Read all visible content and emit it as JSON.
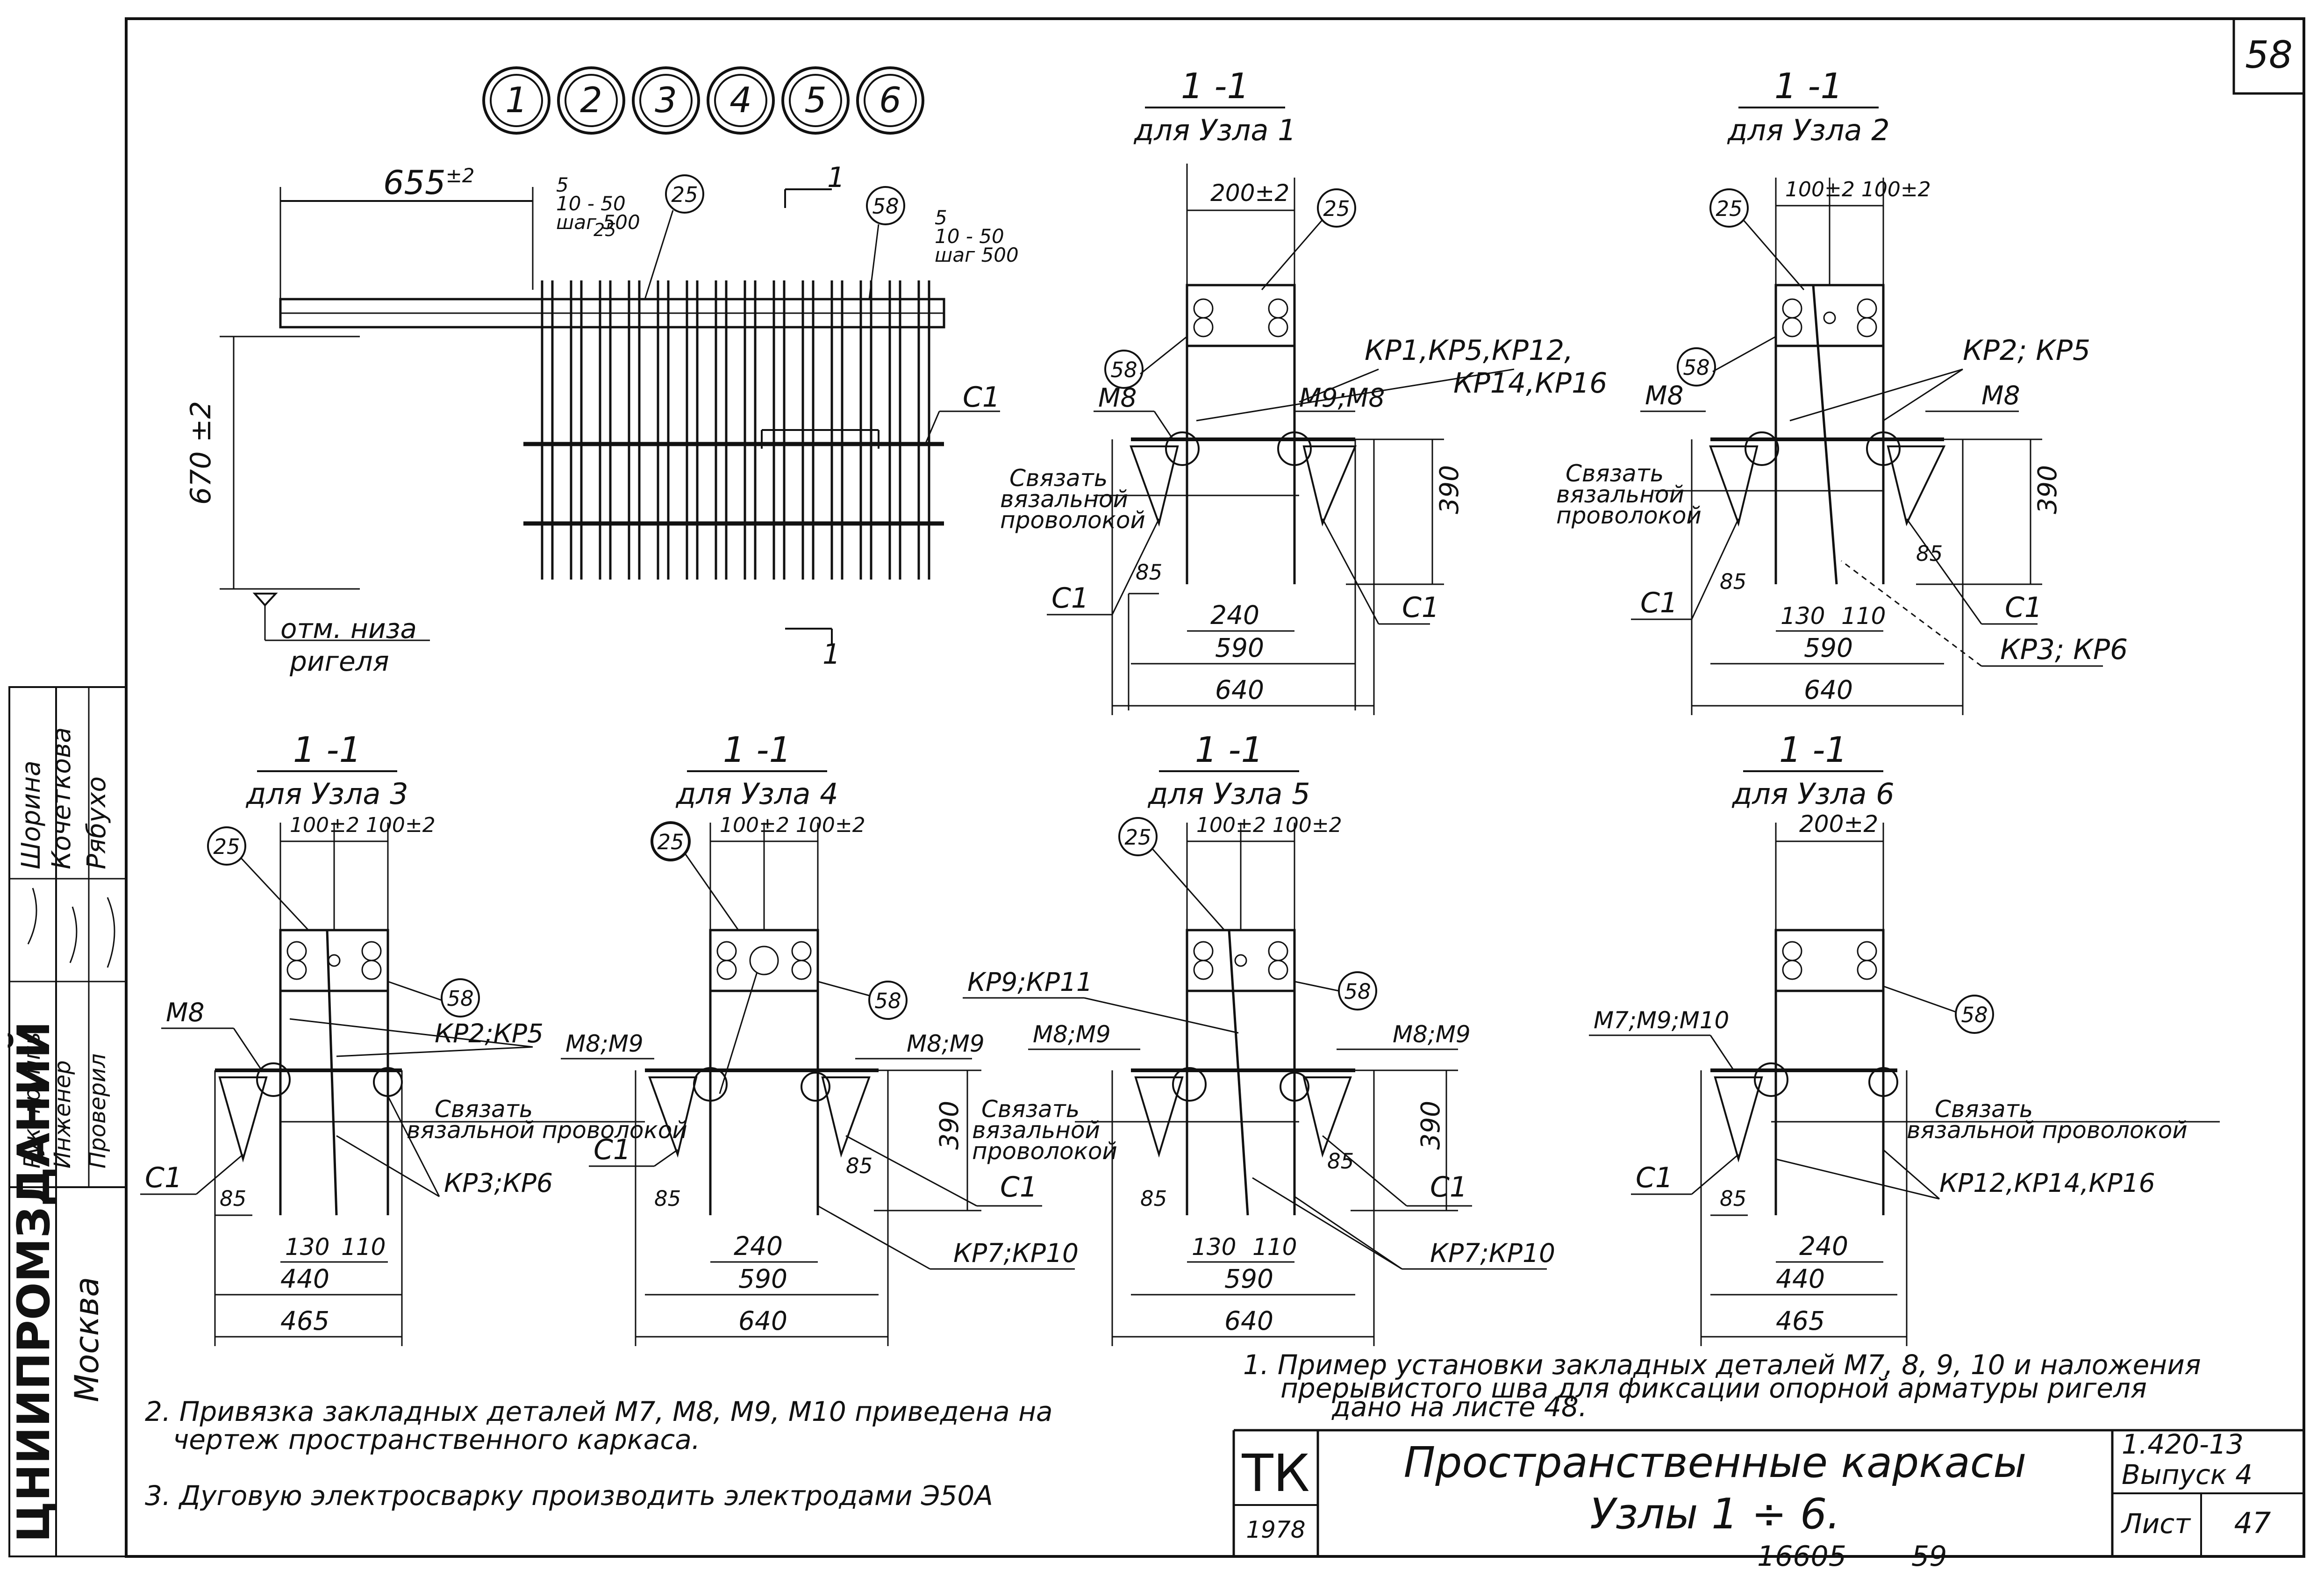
{
  "sheet_number": "58",
  "node_circles": [
    "1",
    "2",
    "3",
    "4",
    "5",
    "6"
  ],
  "left_view": {
    "dim_length": "655",
    "dim_length_tol": "±2",
    "spacing_top": {
      "lines": [
        "5",
        "10 - 50",
        "шаг 500"
      ]
    },
    "dim_25": "25",
    "callout_25": "25",
    "callout_58": "58",
    "spacing_right": {
      "lines": [
        "5",
        "10 - 50",
        "шаг 500"
      ]
    },
    "section_mark": "1",
    "c1": "С1",
    "dim_height": "670 ±2",
    "level_label": {
      "lines": [
        "отм. низа",
        "ригеля"
      ]
    }
  },
  "sections": [
    {
      "title": "1 -1",
      "subtitle": "для Узла 1"
    },
    {
      "title": "1 -1",
      "subtitle": "для Узла 2"
    },
    {
      "title": "1 -1",
      "subtitle": "для Узла 3"
    },
    {
      "title": "1 -1",
      "subtitle": "для Узла 4"
    },
    {
      "title": "1 -1",
      "subtitle": "для Узла 5"
    },
    {
      "title": "1 -1",
      "subtitle": "для Узла 6"
    }
  ],
  "s1": {
    "top_dim": "200±2",
    "c25": "25",
    "c58": "58",
    "label_kr": "КР1,КР5,КР12,",
    "label_kr2": "КР14,КР16",
    "m_left": "М8",
    "m_right": "М9;М8",
    "tie": {
      "lines": [
        "Связать",
        "вязальной",
        "проволокой"
      ]
    },
    "d85": "85",
    "d240": "240",
    "d590": "590",
    "d640": "640",
    "d390": "390",
    "c1a": "С1",
    "c1b": "С1"
  },
  "s2": {
    "top_dim": "100±2 100±2",
    "c25": "25",
    "c58": "58",
    "label_kr": "КР2; КР5",
    "m_left": "М8",
    "m_right": "М8",
    "tie": {
      "lines": [
        "Связать",
        "вязальной",
        "проволокой"
      ]
    },
    "d85a": "85",
    "d85b": "85",
    "d130": "130",
    "d110": "110",
    "d590": "590",
    "d640": "640",
    "d390": "390",
    "c1a": "С1",
    "c1b": "С1",
    "kr_bottom": "КР3; КР6"
  },
  "s3": {
    "top_dim": "100±2 100±2",
    "c25": "25",
    "c58": "58",
    "m_left": "М8",
    "kr_top": "КР2;КР5",
    "tie": {
      "lines": [
        "Связать",
        "вязальной проволокой"
      ]
    },
    "c1": "С1",
    "kr_bottom": "КР3;КР6",
    "d85": "85",
    "d130": "130",
    "d110": "110",
    "d440": "440",
    "d465": "465"
  },
  "s4": {
    "top_dim": "100±2 100±2",
    "c25": "25",
    "c58": "58",
    "m_left": "М8;М9",
    "m_right": "М8;М9",
    "c1a": "С1",
    "c1b": "С1",
    "d85a": "85",
    "d85b": "85",
    "d240": "240",
    "d590": "590",
    "d640": "640",
    "d390": "390",
    "kr": "КР7;КР10"
  },
  "s5": {
    "top_dim": "100±2 100±2",
    "c25": "25",
    "c58": "58",
    "kr_top": "КР9;КР11",
    "m_left": "М8;М9",
    "m_right": "М8;М9",
    "tie": {
      "lines": [
        "Связать",
        "вязальной",
        "проволокой"
      ]
    },
    "c1": "С1",
    "d85a": "85",
    "d85b": "85",
    "d130": "130",
    "d110": "110",
    "d590": "590",
    "d640": "640",
    "d390": "390",
    "kr": "КР7;КР10"
  },
  "s6": {
    "top_dim": "200±2",
    "c58": "58",
    "m_left": "М7;М9;М10",
    "tie": {
      "lines": [
        "Связать",
        "вязальной проволокой"
      ]
    },
    "c1": "С1",
    "kr": "КР12,КР14,КР16",
    "d85": "85",
    "d240": "240",
    "d440": "440",
    "d465": "465"
  },
  "notes": {
    "n1": {
      "lines": [
        "1. Пример установки закладных деталей М7, 8, 9, 10 и наложения",
        "прерывистого шва для фиксации опорной арматуры ригеля",
        "дано на листе 48."
      ]
    },
    "n2": {
      "lines": [
        "2. Привязка закладных деталей М7, М8, М9, М10 приведена на",
        "чертеж пространственного каркаса."
      ]
    },
    "n3": "3. Дуговую электросварку производить электродами Э50А"
  },
  "stamp": {
    "tk": "ТК",
    "year": "1978",
    "title_1": "Пространственные каркасы",
    "title_2": "Узлы 1 ÷ 6.",
    "code": "1.420-13",
    "issue": "Выпуск 4",
    "sheet_label": "Лист",
    "sheet_no": "47"
  },
  "side_stamp": {
    "org": "ЦНИИПРОМЗДАНИЙ",
    "city": "Москва",
    "roles": [
      "Рук. группы",
      "Инженер",
      "Проверил"
    ],
    "names": [
      "Шорина",
      "Кочеткова",
      "Рябухо"
    ]
  },
  "bottom_numbers": {
    "n1": "16605",
    "n2": "59"
  }
}
